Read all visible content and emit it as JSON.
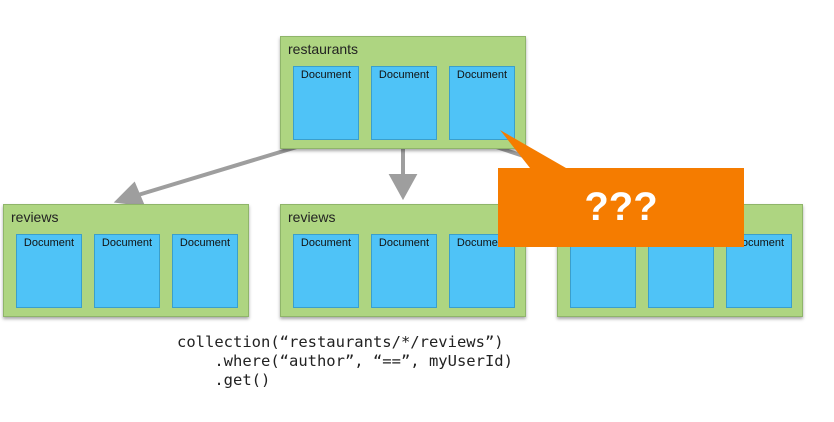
{
  "colors": {
    "collection": "#aed581",
    "document": "#4fc3f7",
    "arrow": "#9e9e9e",
    "callout": "#f57c00"
  },
  "top": {
    "label": "restaurants",
    "docs": [
      "Document",
      "Document",
      "Document"
    ]
  },
  "children": [
    {
      "label": "reviews",
      "docs": [
        "Document",
        "Document",
        "Document"
      ]
    },
    {
      "label": "reviews",
      "docs": [
        "Document",
        "Document",
        "Document"
      ]
    },
    {
      "label": "",
      "docs": [
        "",
        "",
        "Document"
      ]
    }
  ],
  "callout": {
    "text": "???"
  },
  "code": {
    "line1": "collection(“restaurants/*/reviews”)",
    "line2": "    .where(“author”, “==”, myUserId)",
    "line3": "    .get()"
  }
}
